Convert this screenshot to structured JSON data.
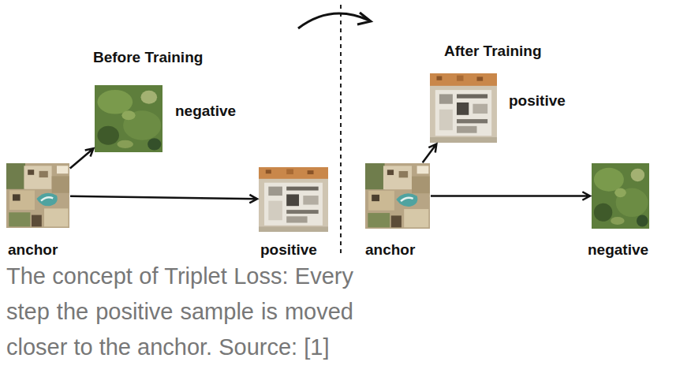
{
  "diagram": {
    "caption": "The concept of Triplet Loss: Every step the positive sample is moved closer to the anchor. Source: [1]",
    "nodes": [
      {
        "text": [
          "negative"
        ]
      },
      {
        "text": [
          "anchor"
        ]
      },
      {
        "text": [
          "positive"
        ]
      },
      {
        "text": [
          "positive"
        ]
      },
      {
        "text": [
          "anchor"
        ]
      },
      {
        "text": [
          "negative"
        ]
      }
    ],
    "edges": [
      {
        "from": 1,
        "to": 0,
        "arrow": "to"
      },
      {
        "from": 1,
        "to": 2,
        "arrow": "to"
      },
      {
        "from": 4,
        "to": 3,
        "arrow": "to"
      },
      {
        "from": 4,
        "to": 5,
        "arrow": "to"
      }
    ],
    "labels": [
      "Before Training",
      "After Training"
    ]
  }
}
